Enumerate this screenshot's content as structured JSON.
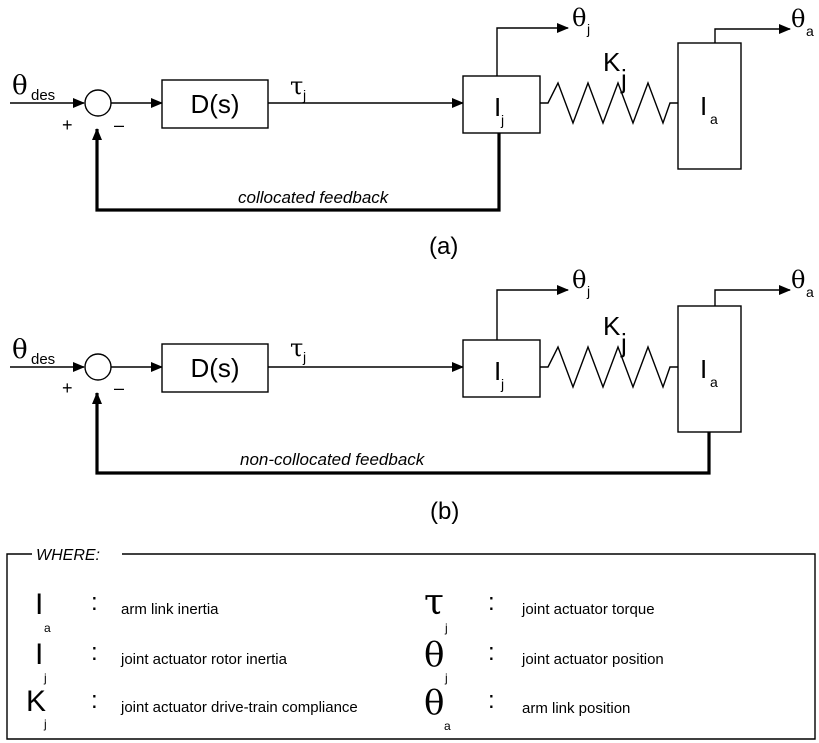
{
  "diagrams": [
    {
      "input_symbol": "θ",
      "input_sub": "des",
      "plus_sign": "+",
      "minus_sign": "–",
      "controller_label": "D(s)",
      "torque_symbol": "τ",
      "torque_sub": "j",
      "joint_inertia_symbol": "I",
      "joint_inertia_sub": "j",
      "spring_symbol": "K",
      "spring_sub": "j",
      "arm_inertia_symbol": "I",
      "arm_inertia_sub": "a",
      "out_joint_symbol": "θ",
      "out_joint_sub": "j",
      "out_arm_symbol": "θ",
      "out_arm_sub": "a",
      "feedback_label": "collocated feedback",
      "caption": "(a)"
    },
    {
      "input_symbol": "θ",
      "input_sub": "des",
      "plus_sign": "+",
      "minus_sign": "–",
      "controller_label": "D(s)",
      "torque_symbol": "τ",
      "torque_sub": "j",
      "joint_inertia_symbol": "I",
      "joint_inertia_sub": "j",
      "spring_symbol": "K",
      "spring_sub": "j",
      "arm_inertia_symbol": "I",
      "arm_inertia_sub": "a",
      "out_joint_symbol": "θ",
      "out_joint_sub": "j",
      "out_arm_symbol": "θ",
      "out_arm_sub": "a",
      "feedback_label": "non-collocated feedback",
      "caption": "(b)"
    }
  ],
  "legend": {
    "title": "WHERE:",
    "colon": ":",
    "left": [
      {
        "symbol": "I",
        "sub": "a",
        "desc": "arm link inertia"
      },
      {
        "symbol": "I",
        "sub": "j",
        "desc": "joint actuator rotor inertia"
      },
      {
        "symbol": "K",
        "sub": "j",
        "desc": "joint actuator drive-train compliance"
      }
    ],
    "right": [
      {
        "symbol": "τ",
        "sub": "j",
        "desc": "joint actuator torque"
      },
      {
        "symbol": "θ",
        "sub": "j",
        "desc": "joint actuator position"
      },
      {
        "symbol": "θ",
        "sub": "a",
        "desc": "arm link position"
      }
    ]
  }
}
